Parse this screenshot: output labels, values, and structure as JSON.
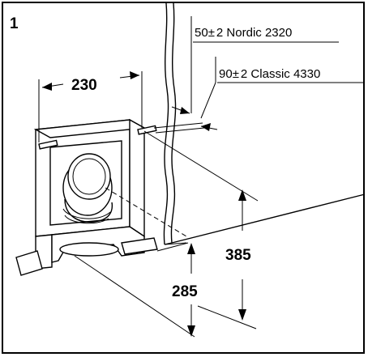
{
  "figure": {
    "number": "1",
    "callouts": {
      "nordic": {
        "base": "50",
        "pm": "±",
        "rest": "2 Nordic 2320"
      },
      "classic": {
        "base": "90",
        "pm": "±",
        "rest": "2 Classic 4330"
      }
    },
    "dimensions": {
      "width": "230",
      "height": "385",
      "depth": "285"
    }
  }
}
